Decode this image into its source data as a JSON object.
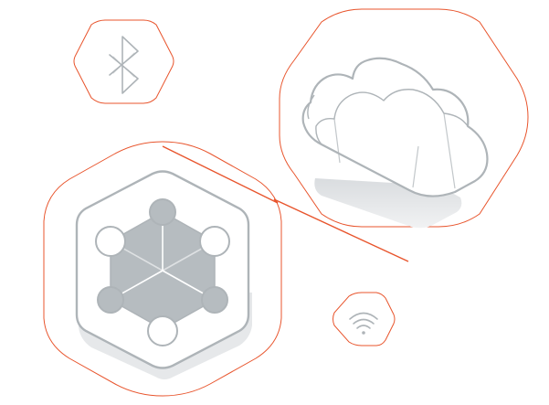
{
  "illustration": {
    "theme": {
      "accent": "#e8542c",
      "outline": "#aeb4b8",
      "fill": "#b6bcc0",
      "shadow": "#e6e8ea",
      "background": "#ffffff"
    },
    "nodes": [
      {
        "name": "bluetooth-node",
        "icon": "bluetooth-icon"
      },
      {
        "name": "cloud-node",
        "icon": "cloud-icon"
      },
      {
        "name": "hub-node",
        "icon": "hexagon-network-icon"
      },
      {
        "name": "wifi-node",
        "icon": "wifi-icon"
      }
    ],
    "connections": [
      {
        "from": "hub-node",
        "to": "cloud-node",
        "color": "#e8542c"
      }
    ]
  }
}
